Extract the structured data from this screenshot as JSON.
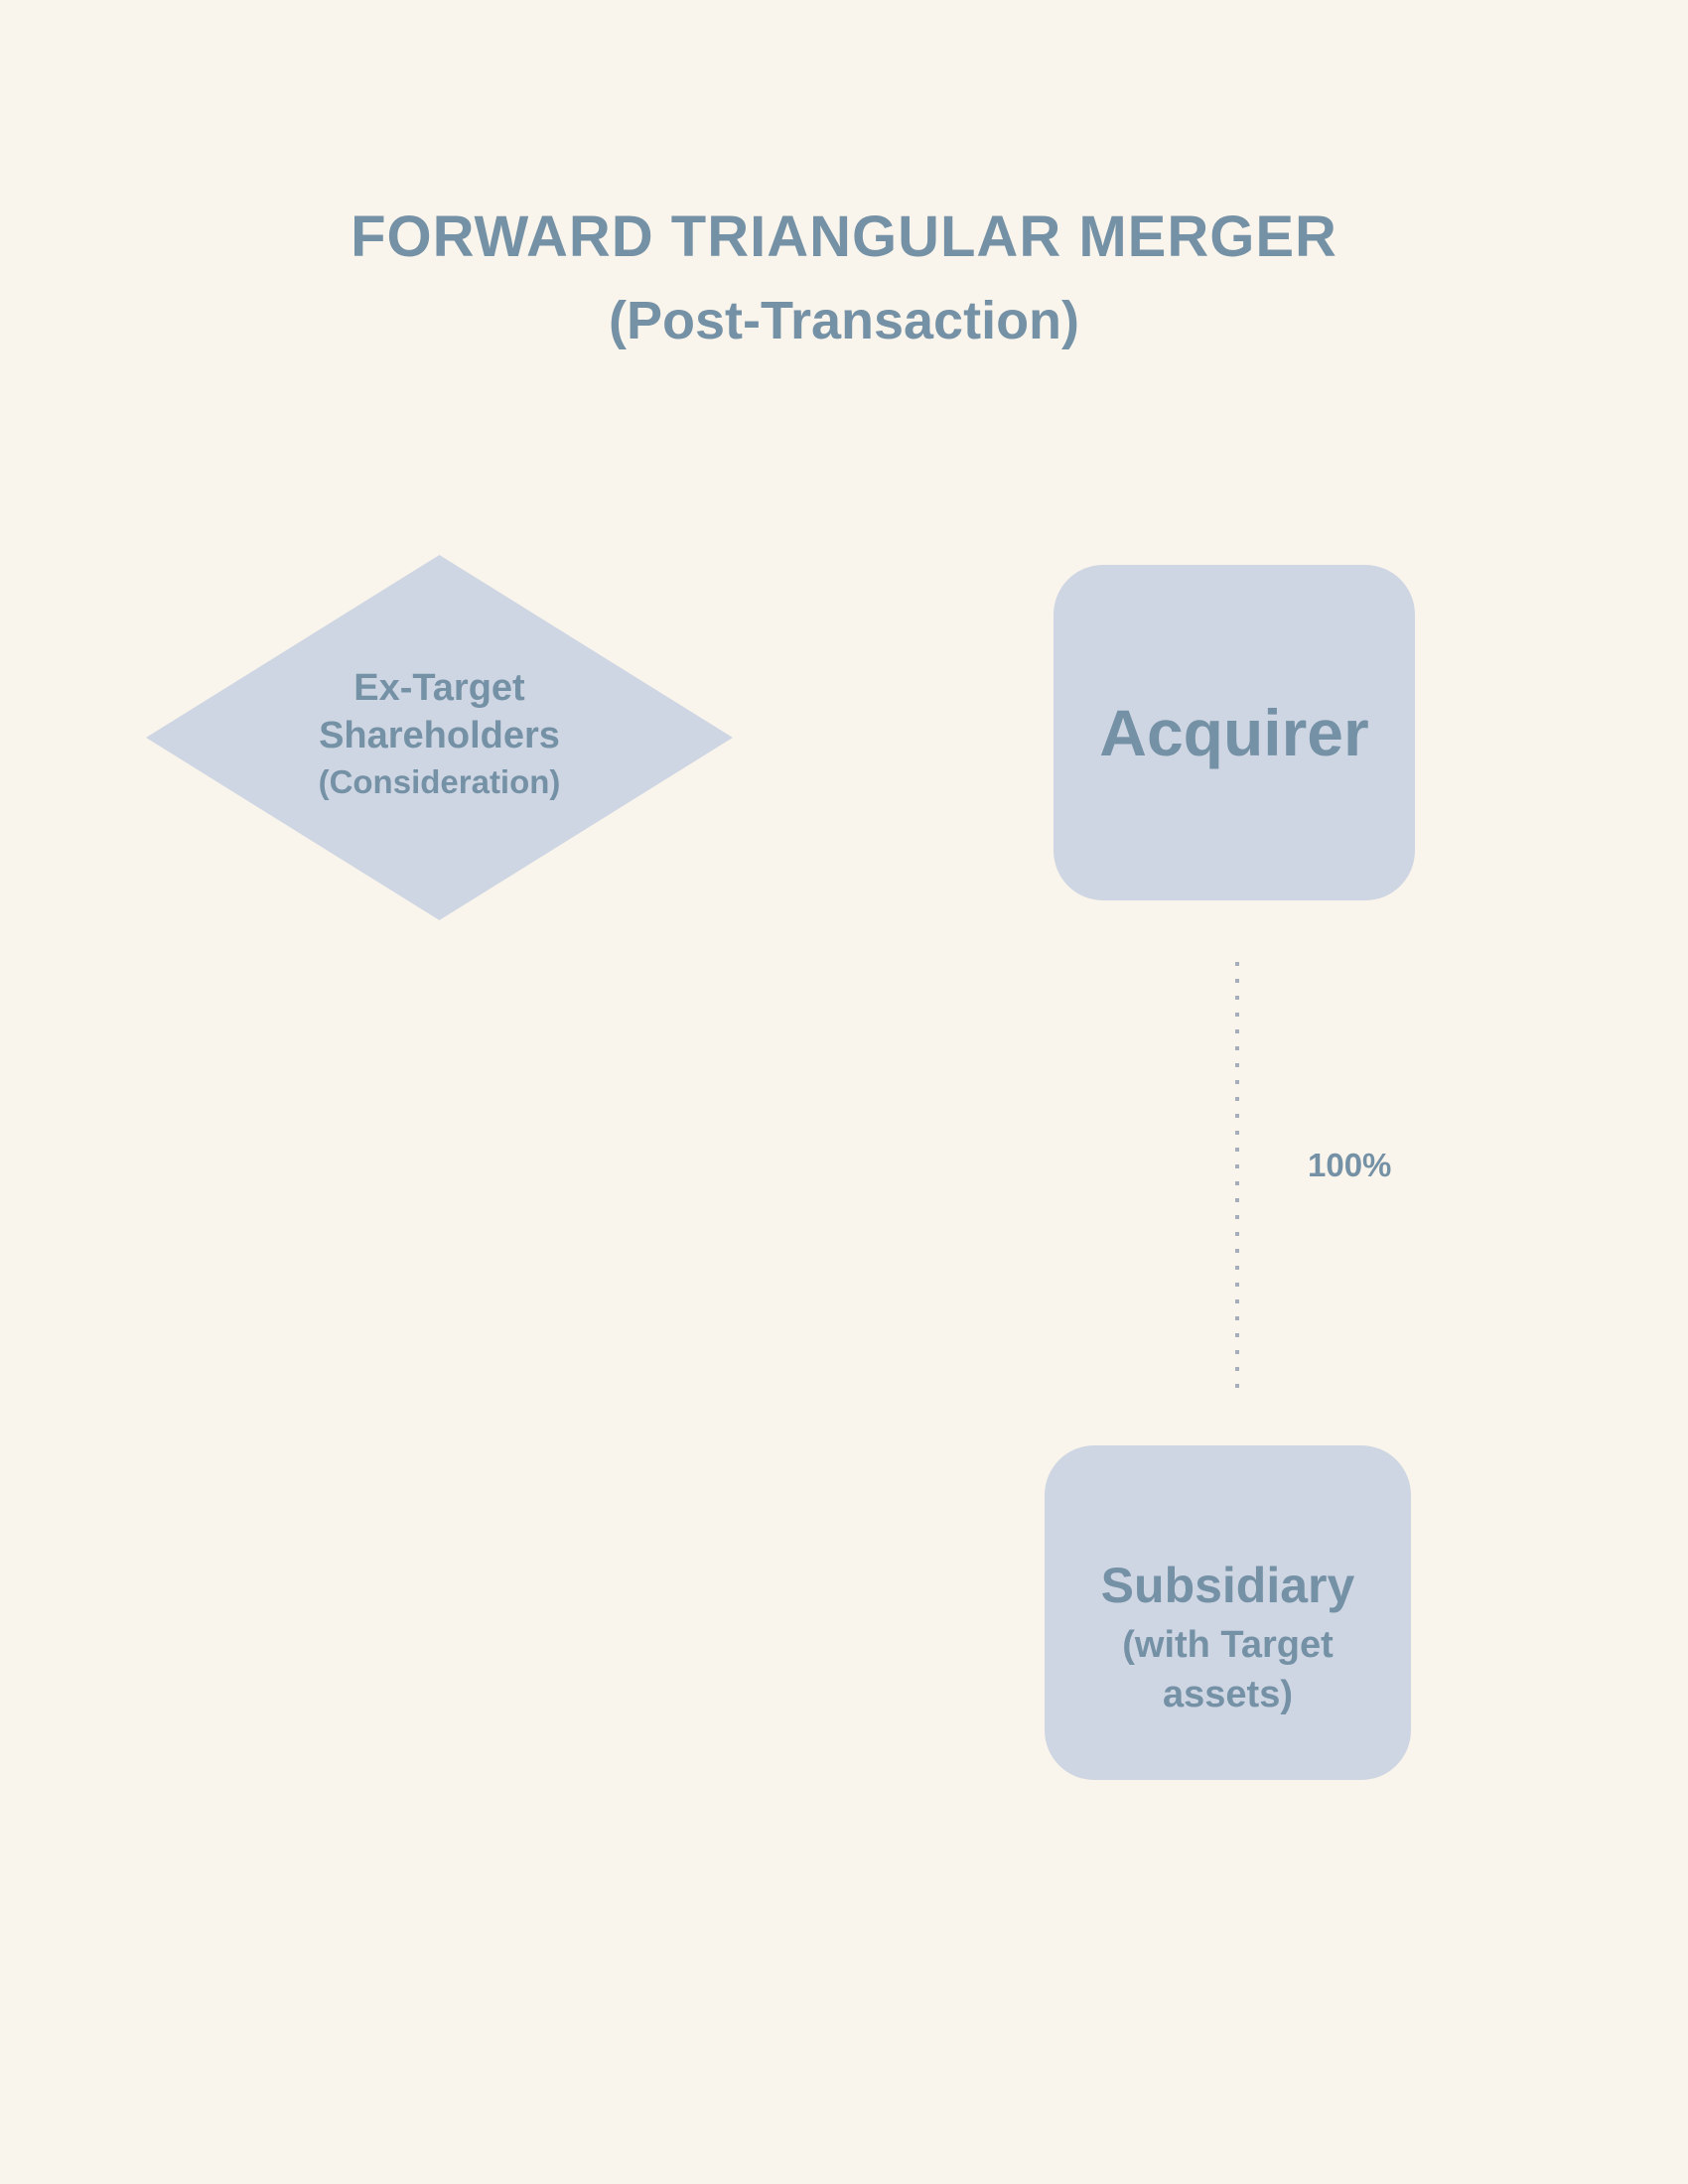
{
  "title": "FORWARD TRIANGULAR MERGER",
  "subtitle": "(Post-Transaction)",
  "nodes": {
    "shareholders": {
      "line1": "Ex-Target",
      "line2": "Shareholders",
      "line3": "(Consideration)"
    },
    "acquirer": {
      "label": "Acquirer"
    },
    "subsidiary": {
      "label": "Subsidiary",
      "sub_line1": "(with Target",
      "sub_line2": "assets)"
    }
  },
  "edge": {
    "ownership_label": "100%"
  },
  "colors": {
    "background": "#faf5ec",
    "shape_fill": "#cfd6e3",
    "text": "#7591a6",
    "dotted_line": "#a6aebc"
  }
}
